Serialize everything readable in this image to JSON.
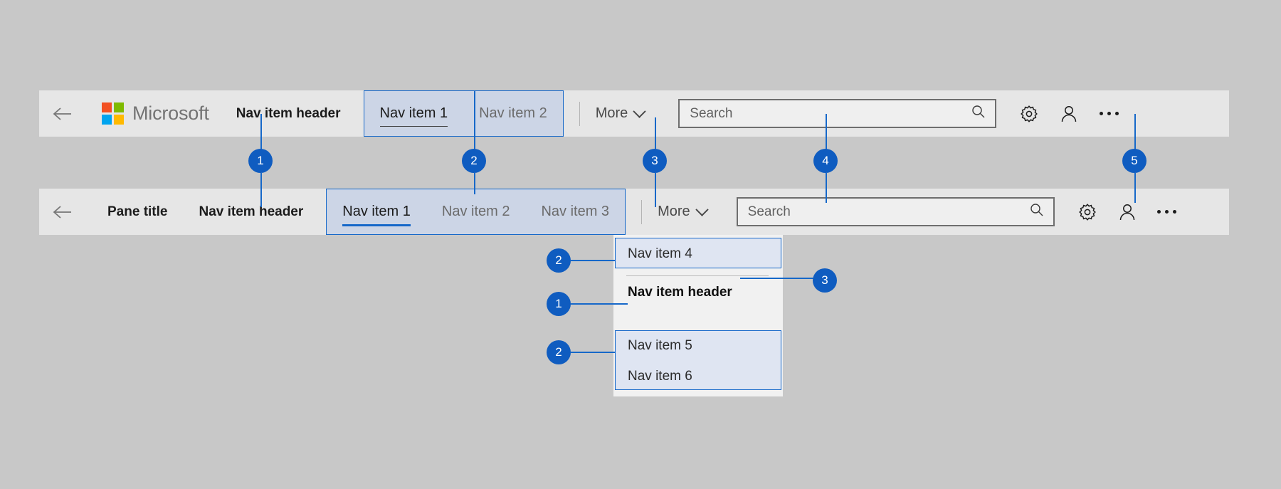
{
  "theme": {
    "page_bg": "#c8c8c8",
    "bar_bg": "#e6e6e6",
    "accent_blue": "#1668c9",
    "callout_blue": "#0f5cc0",
    "highlight_fill": "#ccd5e6",
    "flyout_bg": "#f1f1f1",
    "flyout_highlight_fill": "#dfe5f2"
  },
  "navbar_one": {
    "back_icon": "back-arrow-icon",
    "brand": {
      "name": "Microsoft",
      "logo_icon": "microsoft-logo-icon",
      "logo_colors": [
        "#f25022",
        "#7fba00",
        "#00a4ef",
        "#ffb900"
      ]
    },
    "nav_item_header": "Nav item header",
    "nav_items": [
      {
        "label": "Nav item 1",
        "selected": true
      },
      {
        "label": "Nav item 2",
        "selected": false
      }
    ],
    "more": {
      "label": "More",
      "icon": "chevron-down-icon"
    },
    "search": {
      "placeholder": "Search",
      "value": "",
      "icon": "search-icon"
    },
    "actions": [
      {
        "name": "settings",
        "icon": "gear-icon"
      },
      {
        "name": "account",
        "icon": "person-icon"
      },
      {
        "name": "overflow",
        "icon": "ellipsis-icon"
      }
    ]
  },
  "navbar_two": {
    "back_icon": "back-arrow-icon",
    "pane_title": "Pane title",
    "nav_item_header": "Nav item header",
    "nav_items": [
      {
        "label": "Nav item 1",
        "selected": true
      },
      {
        "label": "Nav item 2",
        "selected": false
      },
      {
        "label": "Nav item 3",
        "selected": false
      }
    ],
    "more": {
      "label": "More",
      "icon": "chevron-down-icon"
    },
    "search": {
      "placeholder": "Search",
      "value": "",
      "icon": "search-icon"
    },
    "actions": [
      {
        "name": "settings",
        "icon": "gear-icon"
      },
      {
        "name": "account",
        "icon": "person-icon"
      },
      {
        "name": "overflow",
        "icon": "ellipsis-icon"
      }
    ]
  },
  "flyout": {
    "items": [
      {
        "label": "Nav item 4",
        "type": "item"
      },
      {
        "label": "",
        "type": "separator"
      },
      {
        "label": "Nav item header",
        "type": "header"
      },
      {
        "label": "Nav item 5",
        "type": "item"
      },
      {
        "label": "Nav item 6",
        "type": "item"
      }
    ]
  },
  "callouts": {
    "top_row": [
      {
        "number": "1",
        "target": "nav-item-header"
      },
      {
        "number": "2",
        "target": "nav-items"
      },
      {
        "number": "3",
        "target": "nav-divider"
      },
      {
        "number": "4",
        "target": "search-box"
      },
      {
        "number": "5",
        "target": "settings-icon"
      }
    ],
    "flyout_row": [
      {
        "number": "2",
        "target": "flyout-nav-item-4"
      },
      {
        "number": "1",
        "target": "flyout-nav-item-header"
      },
      {
        "number": "2",
        "target": "flyout-nav-items-5-6"
      },
      {
        "number": "3",
        "target": "flyout-separator"
      }
    ]
  }
}
